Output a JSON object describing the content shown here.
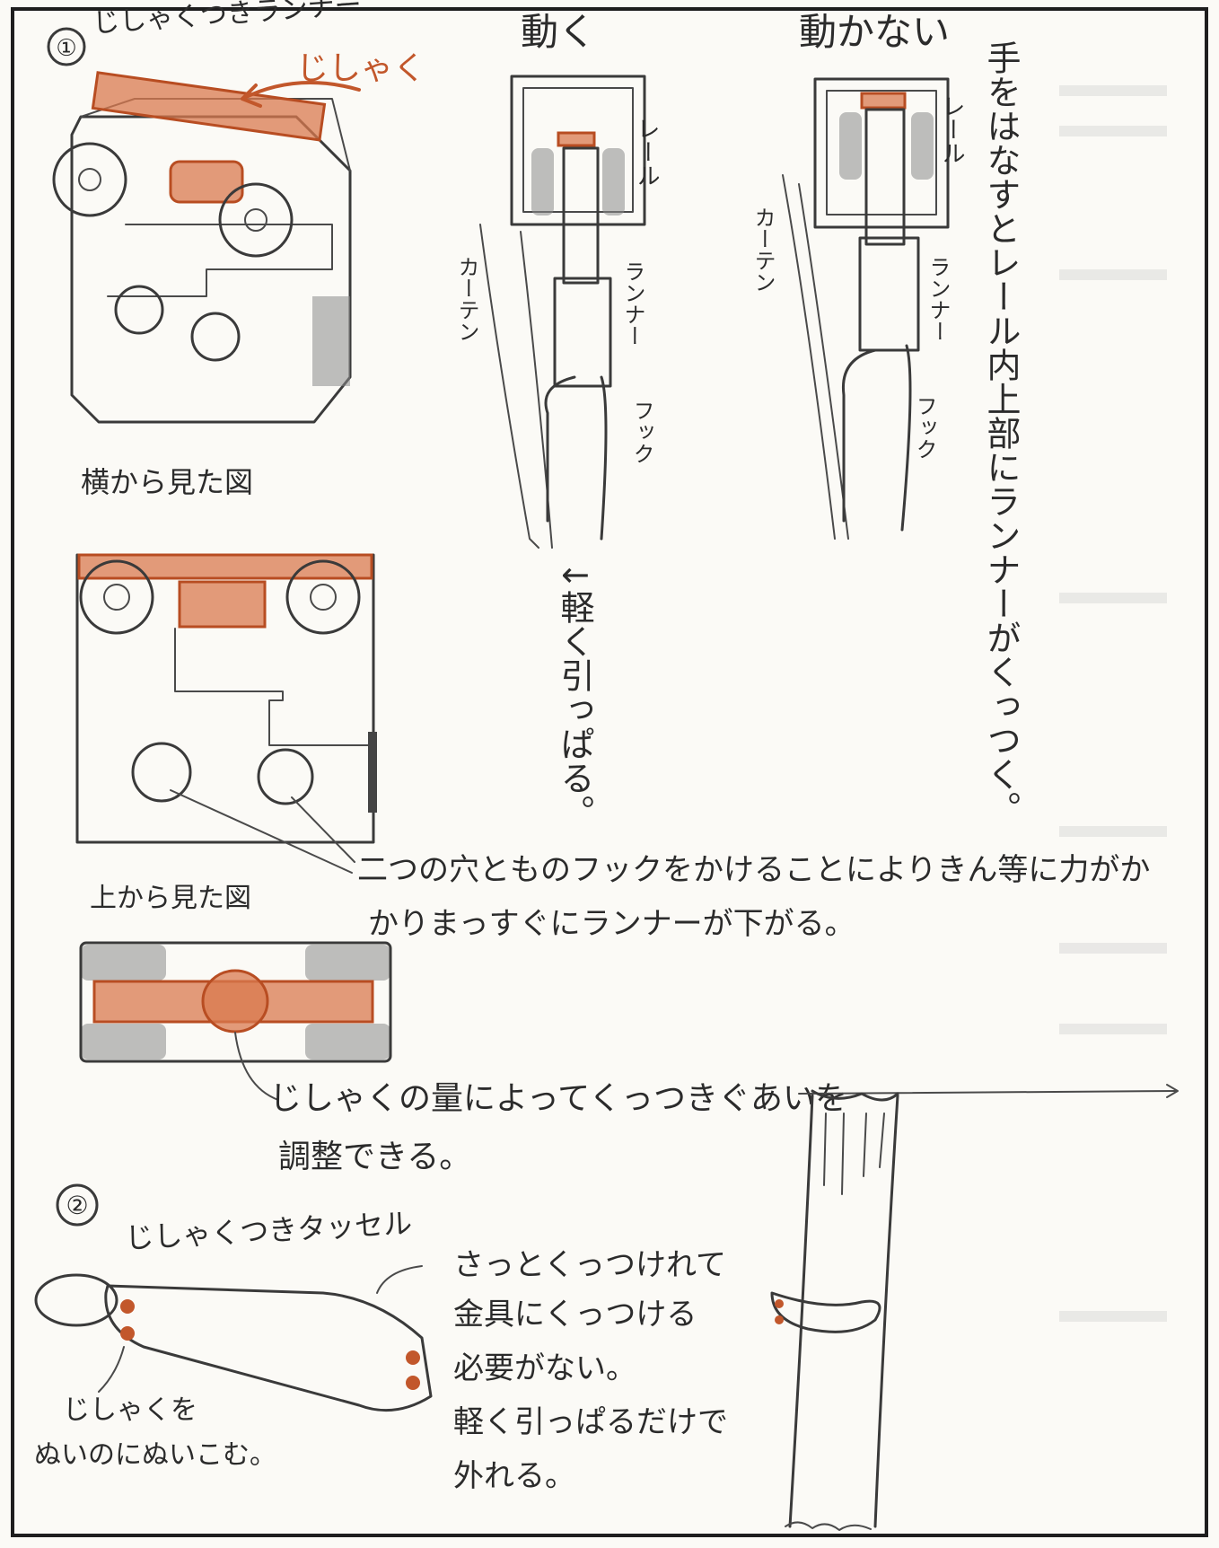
{
  "section1": {
    "number": "①",
    "title": "じしゃくつきランナー",
    "magnet_callout": "じしゃく",
    "side_view_label": "横から見た図",
    "top_view_label": "上から見た図",
    "note_line1": "二つの穴とものフックをかけることによりきん等に力がか",
    "note_line2": "かりまっすぐにランナーが下がる。",
    "magnet_note_line1": "じしゃくの量によってくっつきぐあいを",
    "magnet_note_line2": "調整できる。"
  },
  "panel_move": {
    "title": "動く",
    "rail_label": "レール",
    "curtain_label": "カーテン",
    "runner_label": "ランナー",
    "hook_label": "フック",
    "caption": "↓軽く引っぱる。"
  },
  "panel_nomove": {
    "title": "動かない",
    "rail_label": "レール",
    "curtain_label": "カーテン",
    "runner_label": "ランナー",
    "hook_label": "フック",
    "caption": "手をはなすとレール内上部にランナーがくっつく。"
  },
  "section2": {
    "number": "②",
    "title": "じしゃくつきタッセル",
    "magnet_note_line1": "じしゃくを",
    "magnet_note_line2": "ぬいのにぬいこむ。",
    "note_line1": "さっとくっつけれて",
    "note_line2": "金具にくっつける",
    "note_line3": "必要がない。",
    "note_line4": "軽く引っぱるだけで",
    "note_line5": "外れる。"
  },
  "colors": {
    "magnet": "#d9794f",
    "pencil": "#3a3a3a",
    "paper": "#fbfaf6"
  }
}
